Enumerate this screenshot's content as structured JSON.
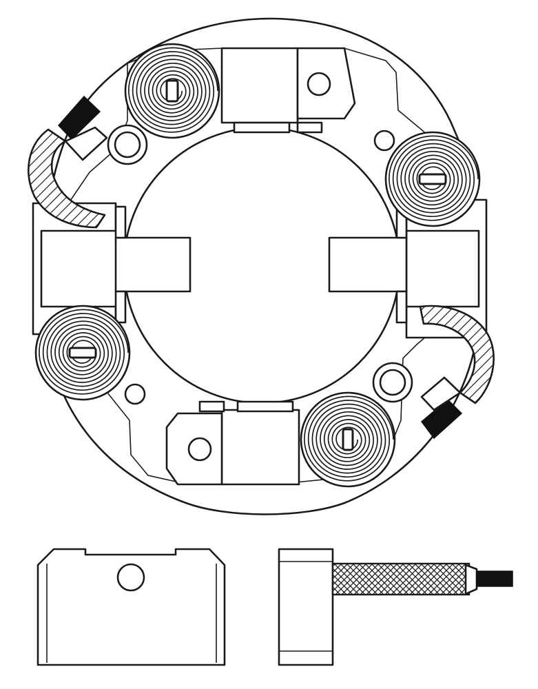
{
  "diagram": {
    "colors": {
      "line": "#1a1a1a",
      "fill": "#ffffff",
      "dark": "#111111"
    },
    "holder": {
      "springs": 4,
      "brush_channels": 4,
      "pigtails": 2
    },
    "detail_views": [
      "brush-front-view",
      "brush-side-view-with-lead"
    ]
  }
}
